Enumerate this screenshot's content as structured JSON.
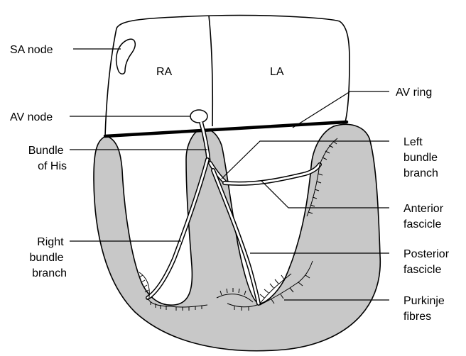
{
  "chambers": {
    "ra": "RA",
    "la": "LA"
  },
  "labels": {
    "sa_node": "SA node",
    "av_node": "AV node",
    "bundle_of_his": [
      "Bundle",
      "of His"
    ],
    "right_bundle_branch": [
      "Right",
      "bundle",
      "branch"
    ],
    "av_ring": "AV ring",
    "left_bundle_branch": [
      "Left",
      "bundle",
      "branch"
    ],
    "anterior_fascicle": [
      "Anterior",
      "fascicle"
    ],
    "posterior_fascicle": [
      "Posterior",
      "fascicle"
    ],
    "purkinje_fibres": [
      "Purkinje",
      "fibres"
    ]
  },
  "colors": {
    "myocardium": "#c8c8c8",
    "outline": "#000000",
    "atria": "#ffffff"
  }
}
